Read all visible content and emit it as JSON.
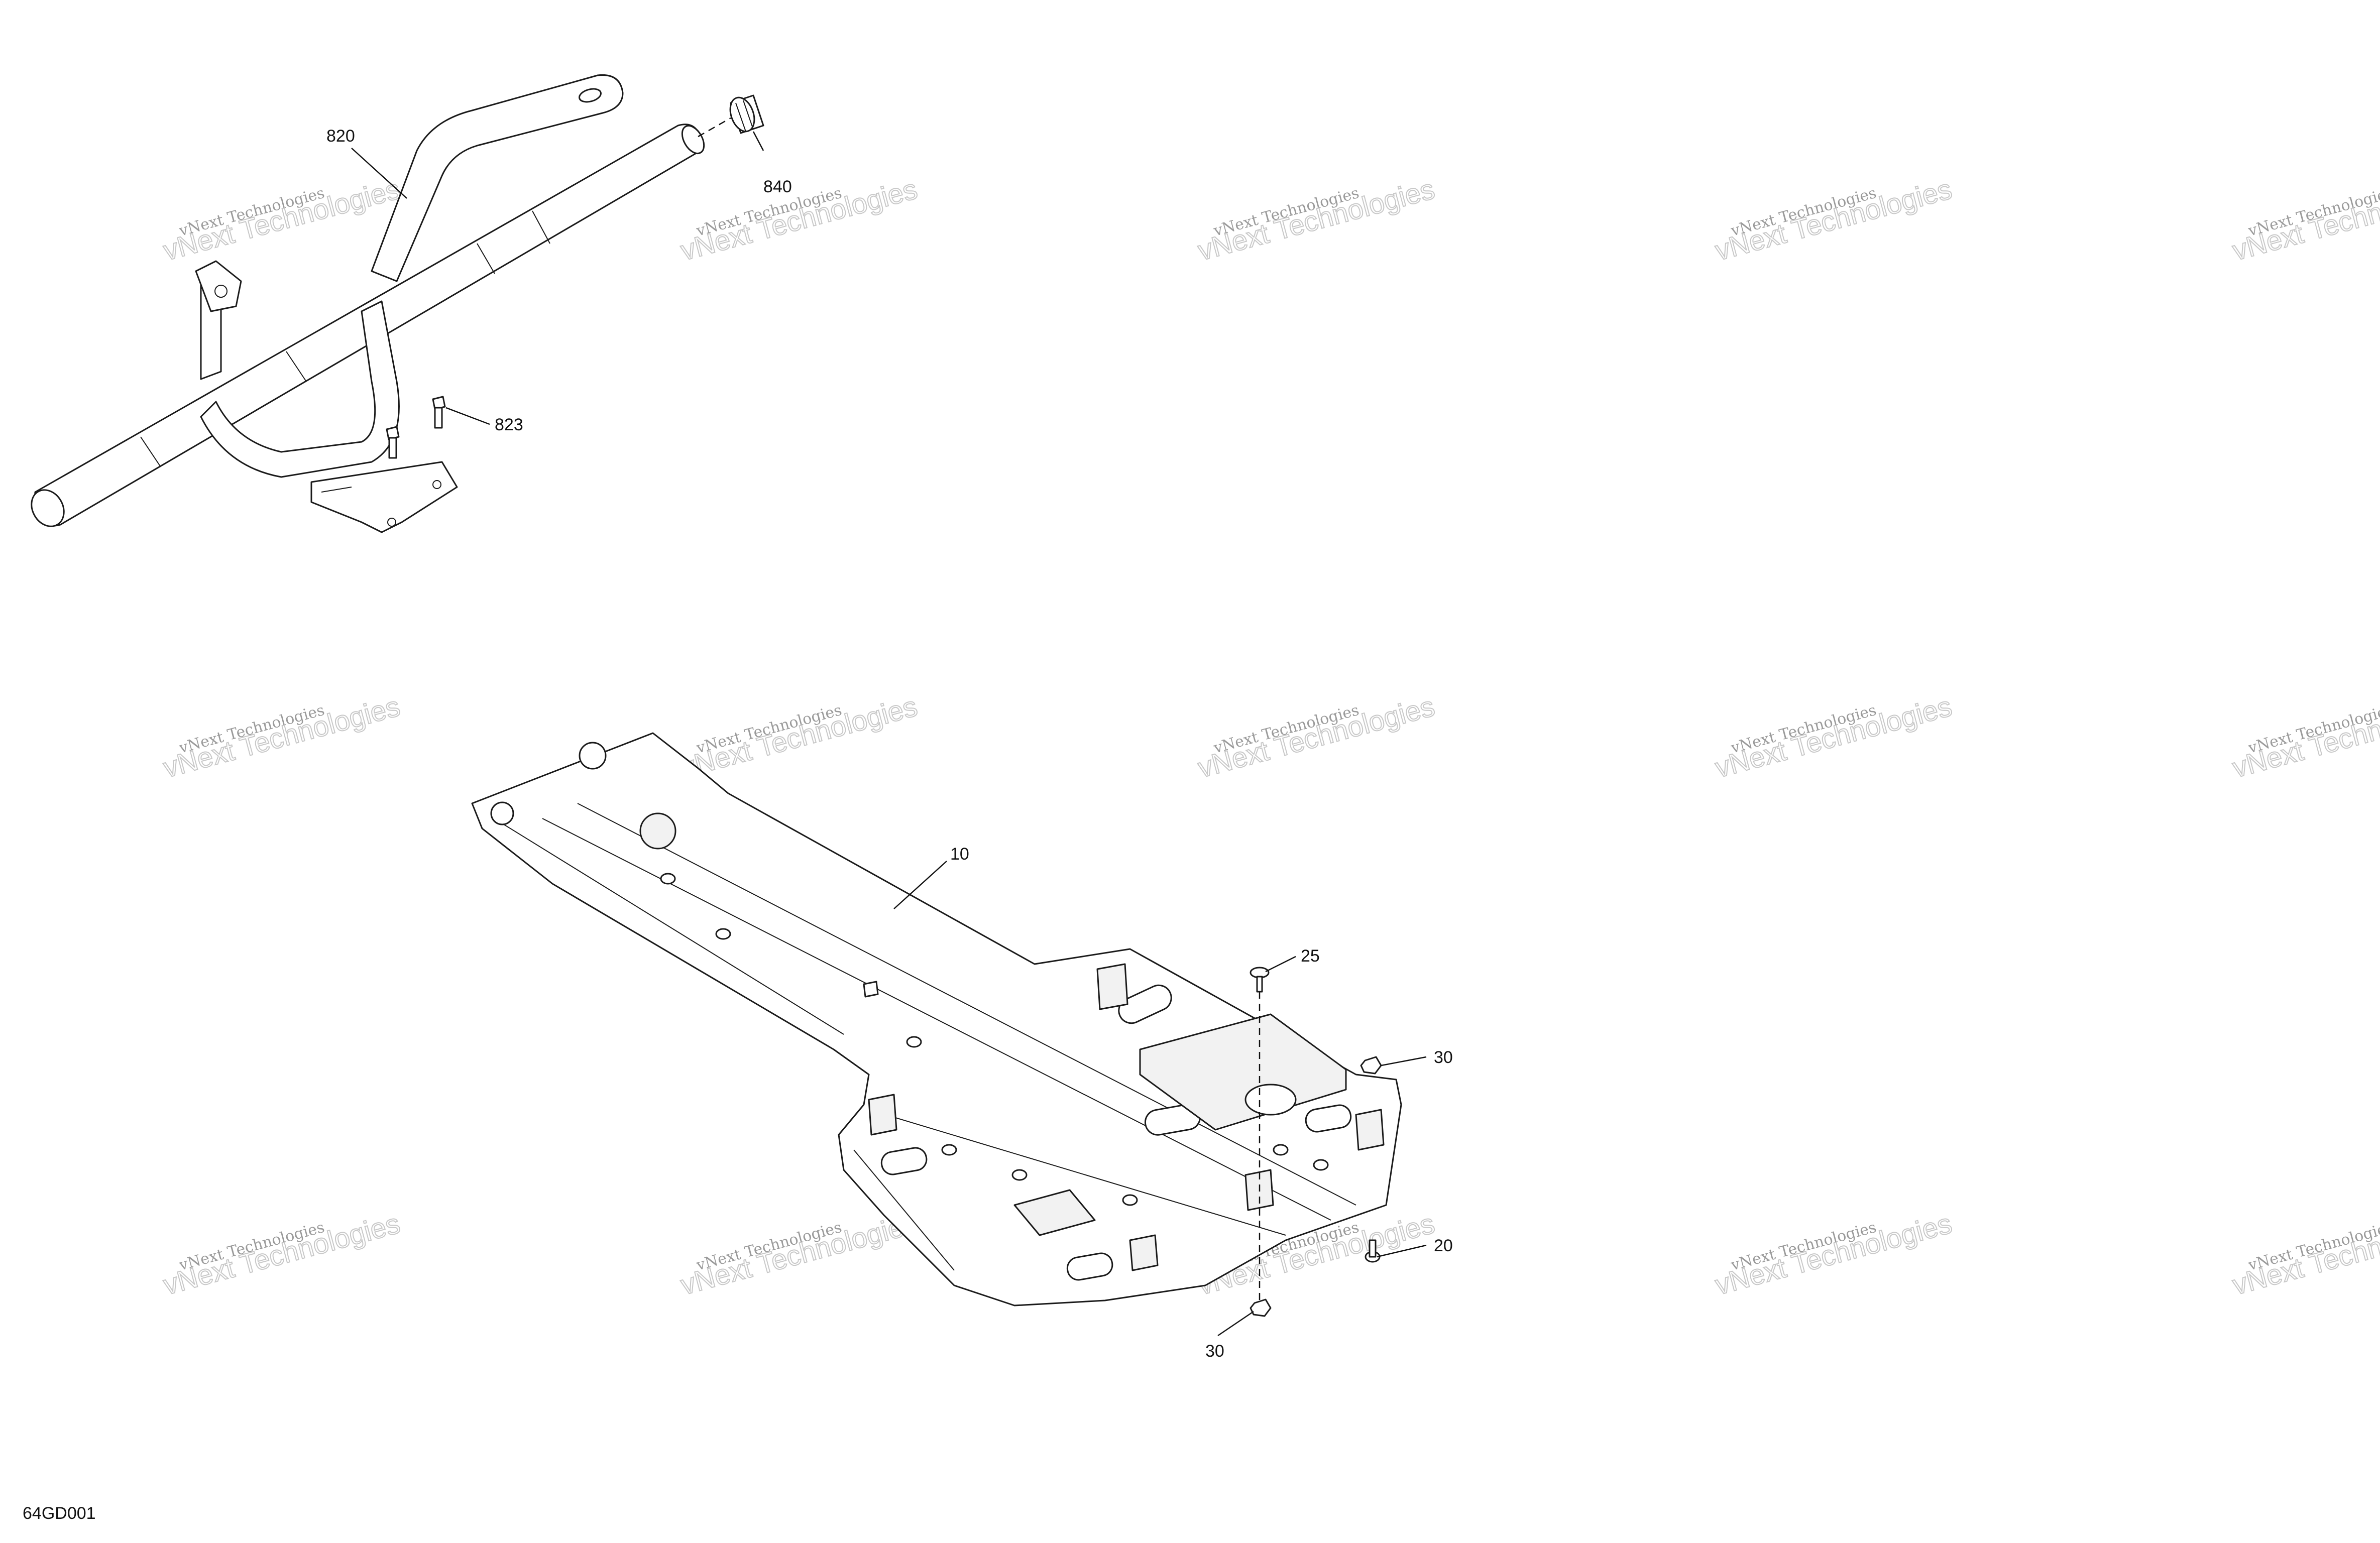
{
  "diagram_code": "64GD001",
  "watermark": {
    "line1": "vNext Technologies",
    "line2": "vNext Technologies"
  },
  "callouts": {
    "c820": "820",
    "c840": "840",
    "c823": "823",
    "c10": "10",
    "c25": "25",
    "c30a": "30",
    "c20": "20",
    "c30b": "30"
  }
}
